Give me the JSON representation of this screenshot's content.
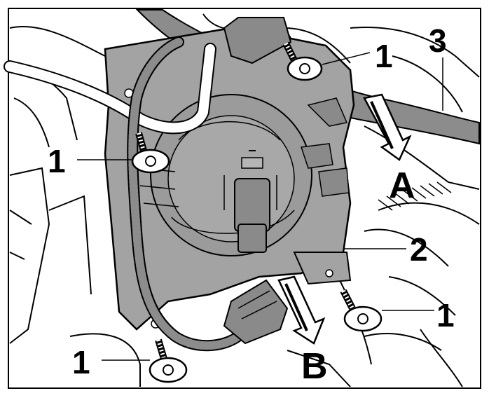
{
  "callouts": {
    "c1_top": "1",
    "c1_left": "1",
    "c1_right": "1",
    "c1_bottom": "1",
    "c2": "2",
    "c3": "3",
    "arrow_a": "A",
    "arrow_b": "B"
  },
  "colors": {
    "housing": "#a3a3a3",
    "housing_dark": "#8a8a8a",
    "line": "#000000",
    "background": "#ffffff",
    "cable": "#8c8c8c"
  }
}
